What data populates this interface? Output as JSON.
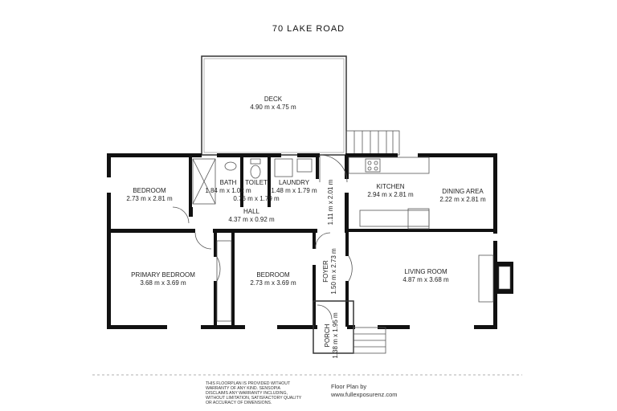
{
  "title": "70 LAKE ROAD",
  "rooms": [
    {
      "id": "deck",
      "name": "DECK",
      "dims": "4.90 m x 4.75 m"
    },
    {
      "id": "bedroom1",
      "name": "BEDROOM",
      "dims": "2.73 m x 2.81 m"
    },
    {
      "id": "bath",
      "name": "BATH",
      "dims": "1.84 m x 1.02 m"
    },
    {
      "id": "toilet",
      "name": "TOILET",
      "dims": "0.76 m x 1.79 m"
    },
    {
      "id": "laundry",
      "name": "LAUNDRY",
      "dims": "1.48 m x 1.79 m"
    },
    {
      "id": "hall",
      "name": "HALL",
      "dims": "4.37 m x 0.92 m"
    },
    {
      "id": "entry",
      "name": "",
      "dims": "1.11 m x 2.01 m"
    },
    {
      "id": "kitchen",
      "name": "KITCHEN",
      "dims": "2.94 m x 2.81 m"
    },
    {
      "id": "dining",
      "name": "DINING AREA",
      "dims": "2.22 m x 2.81 m"
    },
    {
      "id": "primary",
      "name": "PRIMARY BEDROOM",
      "dims": "3.68 m x 3.69 m"
    },
    {
      "id": "bedroom2",
      "name": "BEDROOM",
      "dims": "2.73 m x 3.69 m"
    },
    {
      "id": "foyer",
      "name": "FOYER",
      "dims": "1.50 m x 2.73 m"
    },
    {
      "id": "living",
      "name": "LIVING ROOM",
      "dims": "4.87 m x 3.68 m"
    },
    {
      "id": "porch",
      "name": "PORCH",
      "dims": "1.38 m x 1.95 m"
    }
  ],
  "disclaimer": [
    "THIS FLOORPLAN IS PROVIDED WITHOUT",
    "WARRANTY OF ANY KIND. SENSOPIA",
    "DISCLAIMS ANY WARRANTY INCLUDING,",
    "WITHOUT LIMITATION, SATISFACTORY QUALITY",
    "OR ACCURACY OF DIMENSIONS."
  ],
  "credit": {
    "line1": "Floor Plan by",
    "line2": "www.fullexposurenz.com"
  }
}
